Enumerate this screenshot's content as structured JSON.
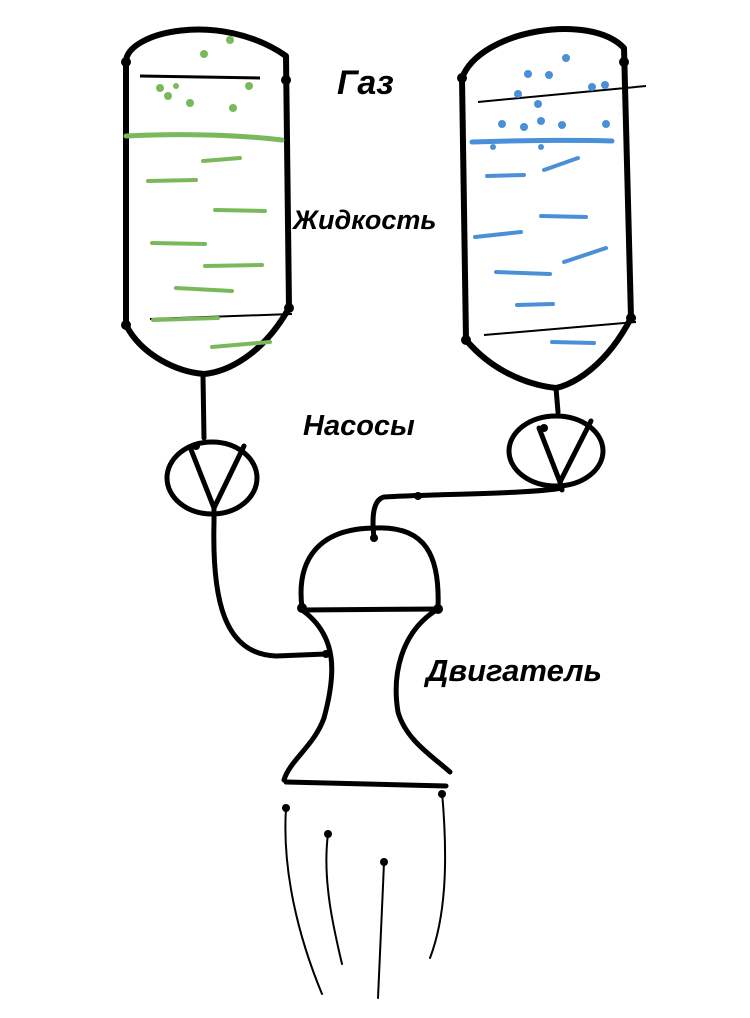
{
  "labels": {
    "gas": "Газ",
    "liquid": "Жидкость",
    "pumps": "Насосы",
    "engine": "Двигатель"
  },
  "colors": {
    "ink": "#000000",
    "tank_left": "#7ab85c",
    "tank_right": "#4a90d9"
  }
}
